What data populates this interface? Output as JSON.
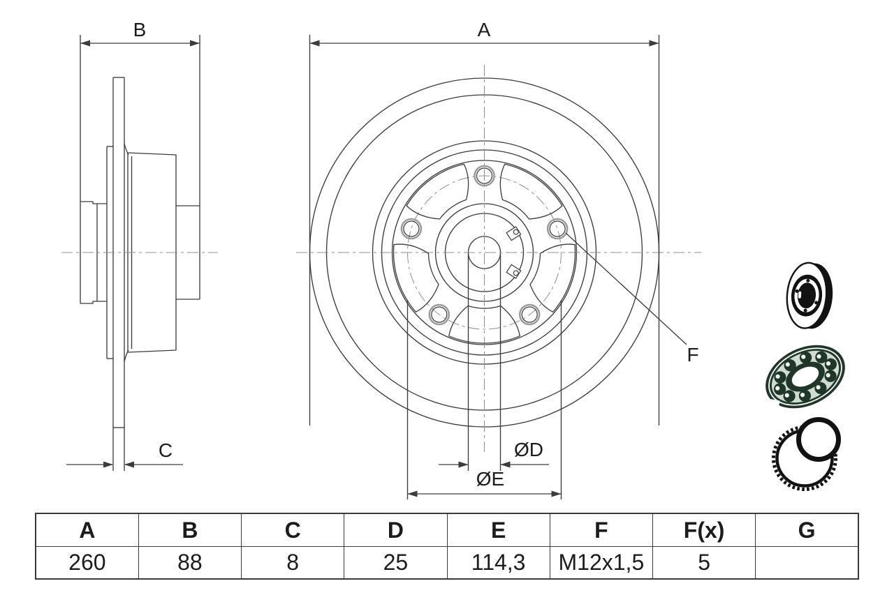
{
  "drawing": {
    "title": "brake-disc-technical-drawing",
    "dimensions": {
      "a": "A",
      "b": "B",
      "c": "C",
      "f": "F",
      "d_d": "ØD",
      "d_e": "ØE"
    }
  },
  "table": {
    "headers": [
      "A",
      "B",
      "C",
      "D",
      "E",
      "F",
      "F(x)",
      "G"
    ],
    "values": [
      "260",
      "88",
      "8",
      "25",
      "114,3",
      "M12x1,5",
      "5",
      ""
    ]
  },
  "icons": {
    "disc": "brake-disc-icon",
    "bearing": "wheel-bearing-icon",
    "abs": "abs-sensor-ring-icon"
  },
  "colors": {
    "line": "#3c3c3c",
    "centerline": "#8f8f8f",
    "label": "#1c1c1c",
    "bolt_ring": "#9c9c9c",
    "table_border": "#3a3a3a",
    "icon_black": "#121212",
    "icon_dark": "#1f3629",
    "icon_pale": "#cfdccf"
  }
}
